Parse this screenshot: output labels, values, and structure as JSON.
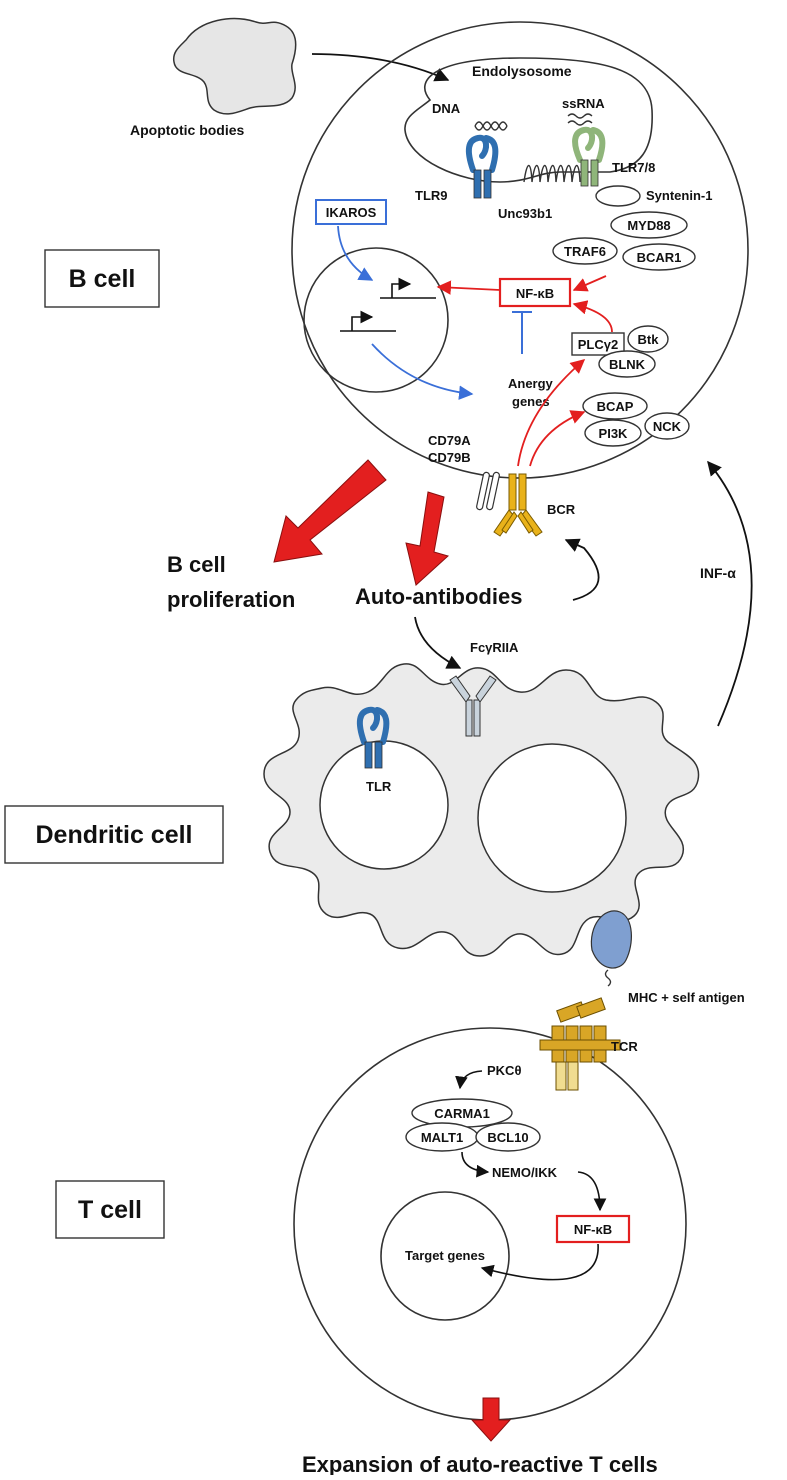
{
  "colors": {
    "red": "#e31f1f",
    "blue": "#3a6fd8",
    "receptor_blue": "#2f6fb0",
    "receptor_green": "#8fb57a",
    "bcr_yellow": "#e9b21a",
    "tcr_yellow": "#d9a626",
    "mhc_blue": "#7f9fd0",
    "dc_fill": "#ebebeb",
    "body_fill": "#e6e6e6"
  },
  "side_labels": {
    "b_cell": "B cell",
    "dendritic_cell": "Dendritic cell",
    "t_cell": "T cell"
  },
  "b_cell": {
    "apoptotic_bodies": "Apoptotic bodies",
    "endolysosome": "Endolysosome",
    "dna": "DNA",
    "ssrna": "ssRNA",
    "tlr9": "TLR9",
    "tlr78": "TLR7/8",
    "unc93b1": "Unc93b1",
    "syntenin": "Syntenin-1",
    "myd88": "MYD88",
    "traf6": "TRAF6",
    "bcar1": "BCAR1",
    "ikaros": "IKAROS",
    "nfkb": "NF-κB",
    "plcg2": "PLCγ2",
    "btk": "Btk",
    "blnk": "BLNK",
    "anergy_line1": "Anergy",
    "anergy_line2": "genes",
    "bcap": "BCAP",
    "pi3k": "PI3K",
    "nck": "NCK",
    "cd79a": "CD79A",
    "cd79b": "CD79B",
    "bcr": "BCR"
  },
  "outcomes": {
    "proliferation_line1": "B cell",
    "proliferation_line2": "proliferation",
    "auto_antibodies": "Auto-antibodies",
    "inf_alpha": "INF-α"
  },
  "dendritic": {
    "fcgriia": "FcγRIIA",
    "tlr": "TLR",
    "mhc": "MHC + self antigen"
  },
  "t_cell": {
    "tcr": "TCR",
    "pkc": "PKCθ",
    "carma1": "CARMA1",
    "malt1": "MALT1",
    "bcl10": "BCL10",
    "nemo": "NEMO/IKK",
    "nfkb": "NF-κB",
    "target_genes": "Target genes",
    "expansion": "Expansion of auto-reactive T cells"
  }
}
